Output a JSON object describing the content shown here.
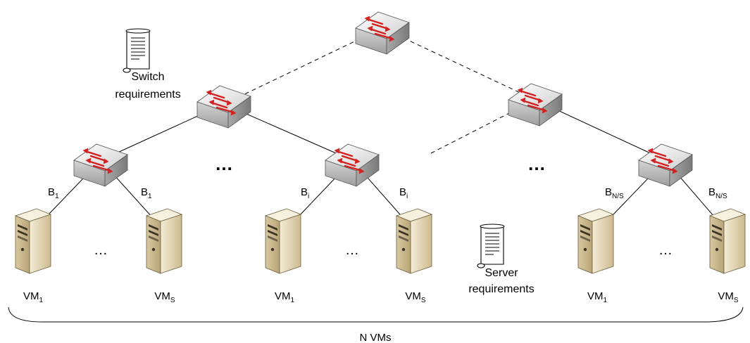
{
  "root_switch": {
    "icon": "network-switch-icon"
  },
  "switch_requirements": {
    "icon": "scroll-document-icon",
    "line1": "Switch",
    "line2": "requirements"
  },
  "server_requirements": {
    "icon": "scroll-document-icon",
    "line1": "Server",
    "line2": "requirements"
  },
  "ellipsis": "…",
  "racks": [
    {
      "link_left": {
        "base": "B",
        "sub": "1"
      },
      "link_right": {
        "base": "B",
        "sub": "1"
      },
      "vm_left": {
        "base": "VM",
        "sub": "1"
      },
      "vm_right": {
        "base": "VM",
        "sub": "S"
      }
    },
    {
      "link_left": {
        "base": "B",
        "sub": "i"
      },
      "link_right": {
        "base": "B",
        "sub": "i"
      },
      "vm_left": {
        "base": "VM",
        "sub": "1"
      },
      "vm_right": {
        "base": "VM",
        "sub": "S"
      }
    },
    {
      "link_left": {
        "base": "B",
        "sub": "N/S"
      },
      "link_right": {
        "base": "B",
        "sub": "N/S"
      },
      "vm_left": {
        "base": "VM",
        "sub": "1"
      },
      "vm_right": {
        "base": "VM",
        "sub": "S"
      }
    }
  ],
  "total_label": "N VMs",
  "colors": {
    "switch_face": "#e6e6e6",
    "switch_side": "#9a9a9a",
    "arrow": "#d42020",
    "server_body": "#e8ddc2",
    "server_front": "#c8b790"
  }
}
